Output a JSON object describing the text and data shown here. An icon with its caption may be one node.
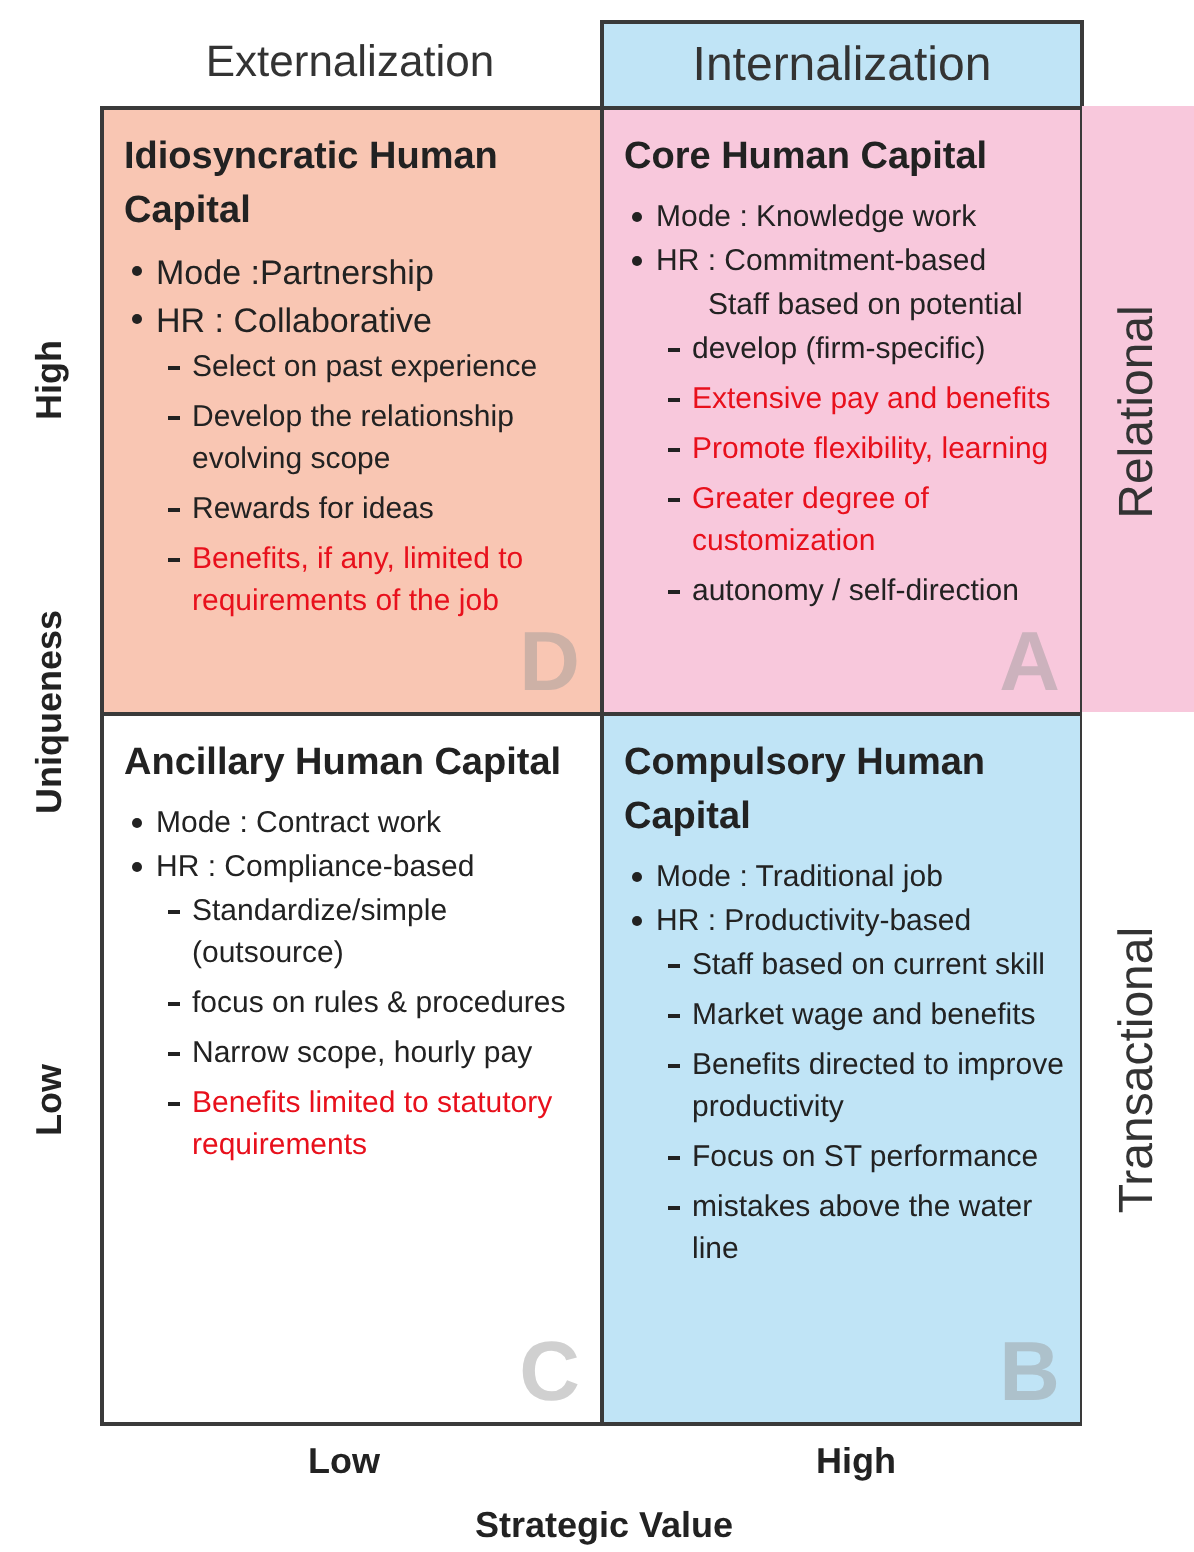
{
  "diagram": {
    "nodes": [
      {
        "text": [
          "Idiosyncratic Human Capital",
          "Mode :Partnership",
          "HR : Collaborative",
          "Select on past experience",
          "Develop the relationship evolving scope",
          "Rewards for ideas",
          "Benefits, if any, limited to requirements of the job",
          "D"
        ]
      },
      {
        "text": [
          "Core Human Capital",
          "Mode : Knowledge work",
          "HR : Commitment-based",
          "Staff based on potential",
          "develop (firm-specific)",
          "Extensive pay and benefits",
          "Promote flexibility, learning",
          "Greater degree of customization",
          "autonomy / self-direction",
          "A"
        ]
      },
      {
        "text": [
          "Ancillary Human Capital",
          "Mode : Contract work",
          "HR : Compliance-based",
          "Standardize/simple (outsource)",
          "focus on rules & procedures",
          "Narrow scope, hourly pay",
          "Benefits limited to statutory requirements",
          "C"
        ]
      },
      {
        "text": [
          "Compulsory Human Capital",
          "Mode : Traditional job",
          "HR : Productivity-based",
          "Staff based on current skill",
          "Market wage and benefits",
          "Benefits directed to improve productivity",
          "Focus on ST performance",
          "mistakes above the water line",
          "B"
        ]
      },
      {
        "text": [
          "Internalization"
        ]
      },
      {
        "text": [
          "Relational"
        ]
      },
      {
        "text": [
          "Transactional"
        ]
      }
    ],
    "edges": [],
    "labels": [
      "Externalization",
      "High",
      "Uniqueness",
      "Low",
      "Low",
      "High",
      "Strategic Value"
    ]
  }
}
